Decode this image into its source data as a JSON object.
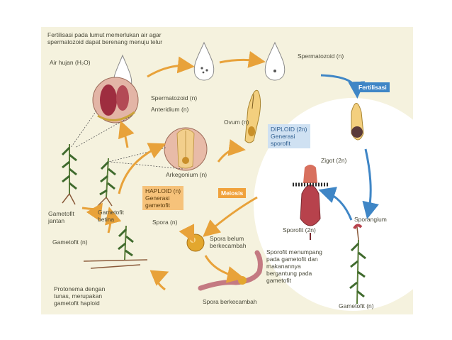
{
  "colors": {
    "background": "#f5f2de",
    "arrow_orange": "#e8a23a",
    "arrow_blue": "#3f86c6",
    "fertilisasi_tag": "#3f86c6",
    "meiosis_tag": "#f0a23c",
    "haploid_tag": "#f6c27a",
    "diploid_tag": "#cfe1f2"
  },
  "labels": {
    "intro": "Fertilisasi pada lumut memerlukan air agar\nspermatozoid dapat berenang menuju telur",
    "air_hujan": "Air hujan (H₂O)",
    "spermatozoid_top": "Spermatozoid (n)",
    "spermatozoid_left": "Spermatozoid (n)",
    "anteridium": "Anteridium (n)",
    "ovum": "Ovum (n)",
    "arkegonium": "Arkegonium (n)",
    "fertilisasi": "Fertilisasi",
    "diploid": "DIPLOID (2n)\nGenerasi\nsporofit",
    "zigot": "Zigot (2n)",
    "meiosis": "Meiosis",
    "haploid": "HAPLOID (n)\nGenerasi\ngametofit",
    "gametofit_jantan": "Gametofit\njantan",
    "gametofit_betina": "Gametofit\nbetina",
    "spora": "Spora (n)",
    "spora_belum": "Spora belum\nberkecambah",
    "sporofit": "Sporofit (2n)",
    "sporangium": "Sporangium",
    "gametofit_n_left": "Gametofit (n)",
    "sporofit_menumpang": "Sporofit menumpang\npada gametofit dan\nmakanannya\nbergantung pada\ngametofit",
    "protonema": "Protonema dengan\ntunas, merupakan\ngametofit haploid",
    "spora_berkecambah": "Spora berkecambah",
    "gametofit_n_right": "Gametofit (n)"
  }
}
